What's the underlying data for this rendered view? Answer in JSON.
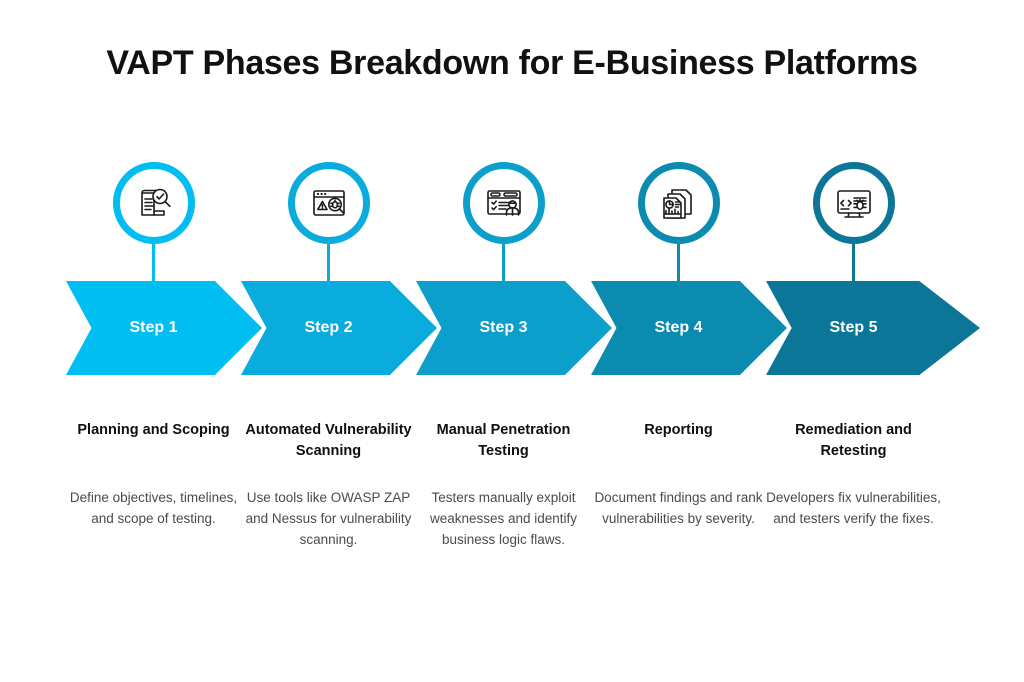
{
  "page": {
    "title": "VAPT Phases Breakdown for E-Business Platforms",
    "background_color": "#ffffff"
  },
  "colors": {
    "step_1": "#00bdf2",
    "step_2": "#0aacdd",
    "step_3": "#0d9fcb",
    "step_4": "#0c8bb0",
    "step_5": "#0b7697",
    "title_text": "#111111",
    "heading_text": "#0f0f0f",
    "body_text": "#4b4b4b",
    "arrow_label_text": "#ffffff"
  },
  "steps": [
    {
      "step_label": "Step 1",
      "heading": "Planning and Scoping",
      "body": "Define objectives, timelines, and scope of testing.",
      "icon": "document-magnifier-check-icon",
      "color": "#00bdf2"
    },
    {
      "step_label": "Step 2",
      "heading": "Automated Vulnerability Scanning",
      "body": "Use tools like OWASP ZAP and Nessus for vulnerability scanning.",
      "icon": "browser-warning-bug-scan-icon",
      "color": "#0aacdd"
    },
    {
      "step_label": "Step 3",
      "heading": "Manual Penetration Testing",
      "body": "Testers manually exploit weaknesses and identify business logic flaws.",
      "icon": "browser-checklist-tester-icon",
      "color": "#0d9fcb"
    },
    {
      "step_label": "Step 4",
      "heading": "Reporting",
      "body": "Document findings and rank vulnerabilities by severity.",
      "icon": "report-charts-icon",
      "color": "#0c8bb0"
    },
    {
      "step_label": "Step 5",
      "heading": "Remediation and Retesting",
      "body": "Developers fix vulnerabilities, and testers verify the fixes.",
      "icon": "monitor-code-bug-icon",
      "color": "#0b7697"
    }
  ]
}
